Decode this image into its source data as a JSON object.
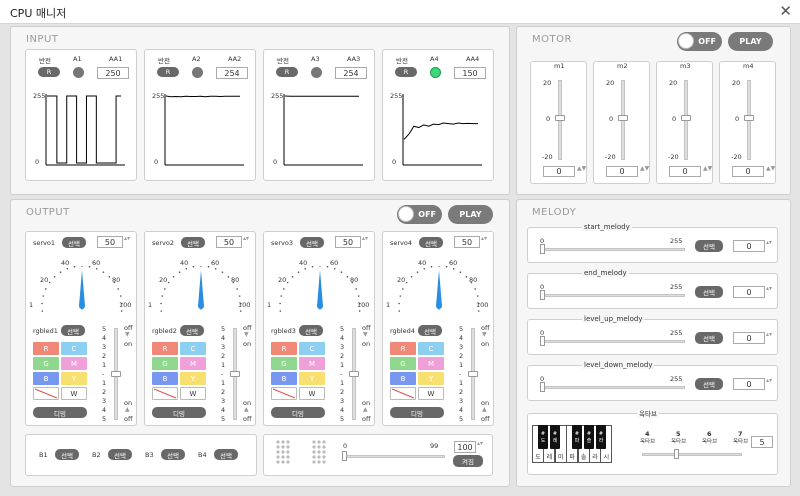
{
  "window": {
    "title": "CPU 매니저",
    "close": "✕"
  },
  "input": {
    "title": "INPUT",
    "channels": [
      {
        "reverse": "반전",
        "button": "R",
        "port": "A1",
        "value_label": "AA1",
        "value": "250",
        "led_on": false,
        "axis_max": "255",
        "axis_min": "0",
        "trace": [
          255,
          255,
          0,
          0,
          255,
          255,
          0,
          0,
          255,
          255,
          0,
          0,
          0,
          0,
          255,
          255
        ]
      },
      {
        "reverse": "반전",
        "button": "R",
        "port": "A2",
        "value_label": "AA2",
        "value": "254",
        "led_on": false,
        "axis_max": "255",
        "axis_min": "0",
        "trace": [
          255,
          252,
          253,
          252,
          254,
          253,
          253,
          254,
          252,
          254,
          254,
          253,
          254,
          254,
          254,
          254
        ]
      },
      {
        "reverse": "반전",
        "button": "R",
        "port": "A3",
        "value_label": "AA3",
        "value": "254",
        "led_on": false,
        "axis_max": "255",
        "axis_min": "0",
        "trace": [
          255,
          254,
          254,
          254,
          254,
          254,
          254,
          254,
          254,
          254,
          254,
          254,
          254,
          254,
          254,
          254
        ]
      },
      {
        "reverse": "반전",
        "button": "R",
        "port": "A4",
        "value_label": "AA4",
        "value": "150",
        "led_on": true,
        "axis_max": "255",
        "axis_min": "0",
        "trace": [
          90,
          110,
          140,
          135,
          145,
          140,
          148,
          146,
          152,
          150,
          148,
          152,
          150,
          151,
          150,
          150
        ]
      }
    ]
  },
  "motor": {
    "title": "MOTOR",
    "toggle": "OFF",
    "play": "PLAY",
    "sliders": [
      {
        "name": "m1",
        "max": "20",
        "mid": "0",
        "min": "-20",
        "value": "0"
      },
      {
        "name": "m2",
        "max": "20",
        "mid": "0",
        "min": "-20",
        "value": "0"
      },
      {
        "name": "m3",
        "max": "20",
        "mid": "0",
        "min": "-20",
        "value": "0"
      },
      {
        "name": "m4",
        "max": "20",
        "mid": "0",
        "min": "-20",
        "value": "0"
      }
    ]
  },
  "output": {
    "title": "OUTPUT",
    "toggle": "OFF",
    "play": "PLAY",
    "servos": [
      {
        "name": "servo1",
        "select": "선택",
        "value": "50",
        "t20": "20",
        "t40": "40",
        "t60": "60",
        "t80": "80",
        "tmin": "1",
        "tmax": "100",
        "led": "rgbled1",
        "led_select": "선택",
        "scale": [
          "5",
          "4",
          "3",
          "2",
          "1",
          "-",
          "1",
          "2",
          "3",
          "4",
          "5"
        ],
        "off_top": "off",
        "on_top": "on",
        "on_bot": "on",
        "off_bot": "off",
        "colors": [
          "R",
          "C",
          "G",
          "M",
          "B",
          "Y",
          "",
          "W"
        ],
        "dim": "디밍"
      },
      {
        "name": "servo2",
        "select": "선택",
        "value": "50",
        "t20": "20",
        "t40": "40",
        "t60": "60",
        "t80": "80",
        "tmin": "1",
        "tmax": "100",
        "led": "rgbled2",
        "led_select": "선택",
        "scale": [
          "5",
          "4",
          "3",
          "2",
          "1",
          "-",
          "1",
          "2",
          "3",
          "4",
          "5"
        ],
        "off_top": "off",
        "on_top": "on",
        "on_bot": "on",
        "off_bot": "off",
        "colors": [
          "R",
          "C",
          "G",
          "M",
          "B",
          "Y",
          "",
          "W"
        ],
        "dim": "디밍"
      },
      {
        "name": "servo3",
        "select": "선택",
        "value": "50",
        "t20": "20",
        "t40": "40",
        "t60": "60",
        "t80": "80",
        "tmin": "1",
        "tmax": "100",
        "led": "rgbled3",
        "led_select": "선택",
        "scale": [
          "5",
          "4",
          "3",
          "2",
          "1",
          "-",
          "1",
          "2",
          "3",
          "4",
          "5"
        ],
        "off_top": "off",
        "on_top": "on",
        "on_bot": "on",
        "off_bot": "off",
        "colors": [
          "R",
          "C",
          "G",
          "M",
          "B",
          "Y",
          "",
          "W"
        ],
        "dim": "디밍"
      },
      {
        "name": "servo4",
        "select": "선택",
        "value": "50",
        "t20": "20",
        "t40": "40",
        "t60": "60",
        "t80": "80",
        "tmin": "1",
        "tmax": "100",
        "led": "rgbled4",
        "led_select": "선택",
        "scale": [
          "5",
          "4",
          "3",
          "2",
          "1",
          "-",
          "1",
          "2",
          "3",
          "4",
          "5"
        ],
        "off_top": "off",
        "on_top": "on",
        "on_bot": "on",
        "off_bot": "off",
        "colors": [
          "R",
          "C",
          "G",
          "M",
          "B",
          "Y",
          "",
          "W"
        ],
        "dim": "디밍"
      }
    ],
    "buttons": [
      {
        "name": "B1",
        "select": "선택"
      },
      {
        "name": "B2",
        "select": "선택"
      },
      {
        "name": "B3",
        "select": "선택"
      },
      {
        "name": "B4",
        "select": "선택"
      }
    ],
    "matrix": {
      "min": "0",
      "max": "99",
      "value": "100",
      "action": "켜짐"
    }
  },
  "melody": {
    "title": "MELODY",
    "items": [
      {
        "name": "start_melody",
        "min": "0",
        "max": "255",
        "select": "선택",
        "value": "0"
      },
      {
        "name": "end_melody",
        "min": "0",
        "max": "255",
        "select": "선택",
        "value": "0"
      },
      {
        "name": "level_up_melody",
        "min": "0",
        "max": "255",
        "select": "선택",
        "value": "0"
      },
      {
        "name": "level_down_melody",
        "min": "0",
        "max": "255",
        "select": "선택",
        "value": "0"
      }
    ],
    "octave": {
      "title": "옥타브",
      "white": [
        "도",
        "레",
        "미",
        "파",
        "솔",
        "라",
        "시"
      ],
      "black": [
        {
          "n": "#",
          "s": "도"
        },
        {
          "n": "#",
          "s": "레"
        },
        {
          "n": "#",
          "s": "파"
        },
        {
          "n": "#",
          "s": "솔"
        },
        {
          "n": "#",
          "s": "라"
        }
      ],
      "ticks": [
        "4",
        "5",
        "6",
        "7"
      ],
      "tick_label": "옥타브",
      "value": "5"
    }
  },
  "colors": {
    "R": "#f08878",
    "C": "#8ccff0",
    "G": "#8fd68f",
    "M": "#f0a0d8",
    "B": "#7898f0",
    "Y": "#f8e070",
    "W": "#ffffff"
  }
}
